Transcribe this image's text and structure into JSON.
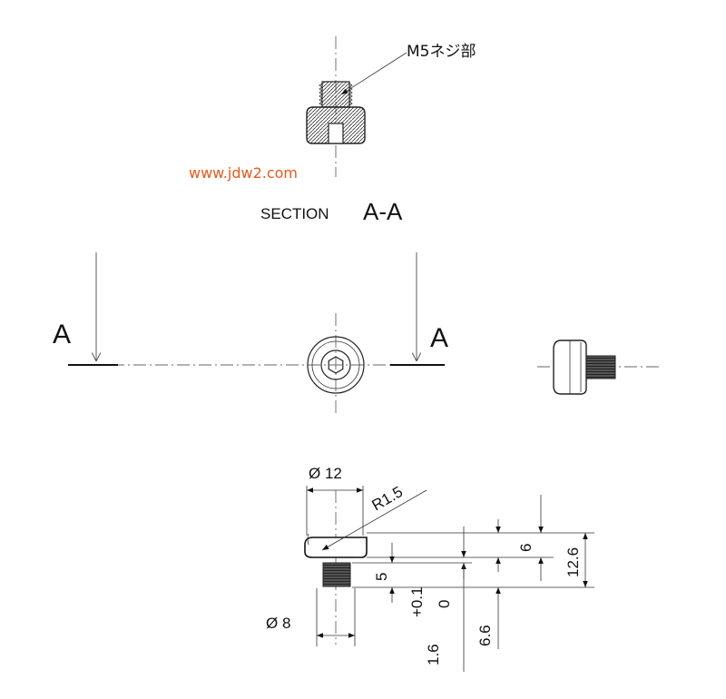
{
  "labels": {
    "thread_note": "M5ネジ部",
    "watermark": "www.jdw2.com",
    "section_prefix": "SECTION",
    "section_name": "A-A",
    "cut_left": "A",
    "cut_right": "A"
  },
  "dimensions": {
    "head_diameter": "Ø 12",
    "radius": "R1.5",
    "thread_diameter": "Ø 8",
    "thread_length": "5",
    "head_height": "6",
    "total_height": "12.6",
    "tol_value": "1.6",
    "tol_upper": "+0.1",
    "tol_lower": "0",
    "step_height": "6.6"
  },
  "colors": {
    "line": "#222222",
    "watermark": "#e85a1a"
  }
}
